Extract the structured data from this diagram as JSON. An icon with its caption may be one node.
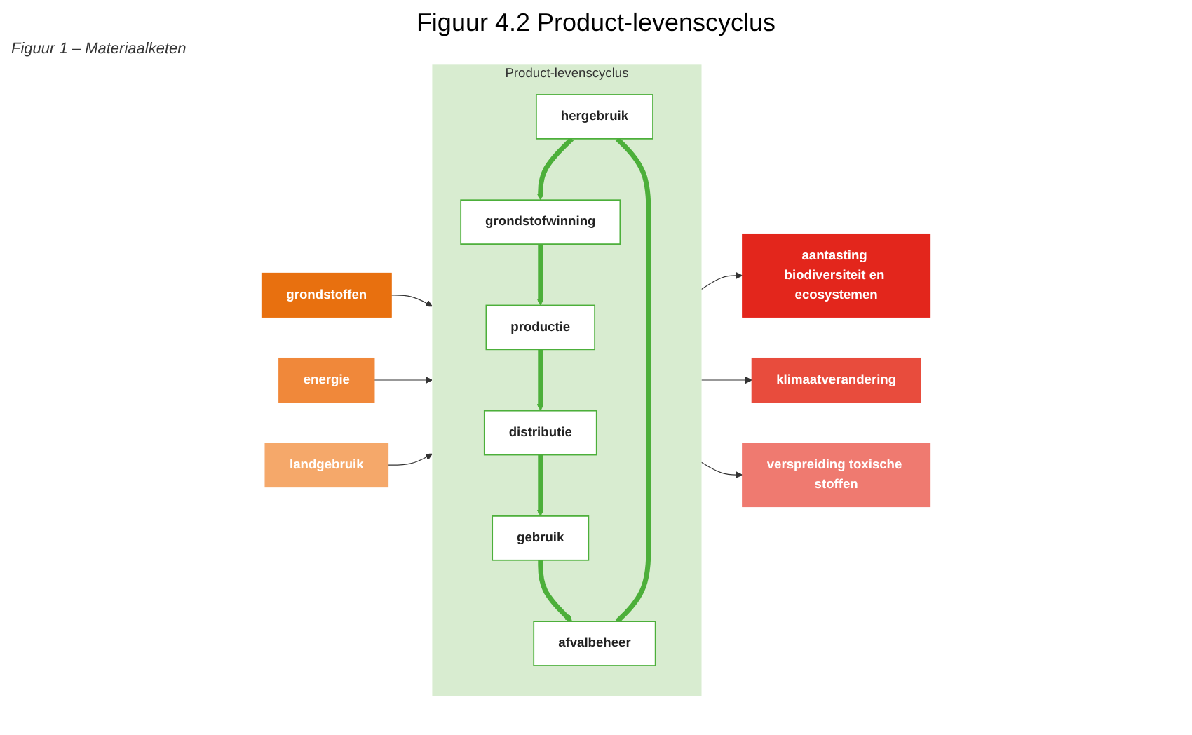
{
  "diagram": {
    "title": "Figuur 4.2 Product-levenscyclus",
    "nodes": [
      {
        "text": [
          "grondstoffen"
        ]
      },
      {
        "text": [
          "energie"
        ]
      },
      {
        "text": [
          "landgebruik"
        ]
      },
      {
        "text": [
          "Product-levenscyclus"
        ]
      },
      {
        "text": [
          "hergebruik"
        ],
        "in": 3
      },
      {
        "text": [
          "grondstofwinning"
        ],
        "in": 3
      },
      {
        "text": [
          "productie"
        ],
        "in": 3
      },
      {
        "text": [
          "distributie"
        ],
        "in": 3
      },
      {
        "text": [
          "gebruik"
        ],
        "in": 3
      },
      {
        "text": [
          "afvalbeheer"
        ],
        "in": 3
      },
      {
        "text": [
          "aantasting biodiversiteit en ecosystemen"
        ]
      },
      {
        "text": [
          "klimaatverandering"
        ]
      },
      {
        "text": [
          "verspreiding toxische stoffen"
        ]
      }
    ],
    "edges": [
      {
        "from": 0,
        "to": 3,
        "arrow": "to"
      },
      {
        "from": 1,
        "to": 3,
        "arrow": "to"
      },
      {
        "from": 2,
        "to": 3,
        "arrow": "to"
      },
      {
        "from": 3,
        "to": 10,
        "arrow": "to"
      },
      {
        "from": 3,
        "to": 11,
        "arrow": "to"
      },
      {
        "from": 3,
        "to": 12,
        "arrow": "to"
      },
      {
        "from": 5,
        "to": 6,
        "arrow": "to",
        "style": "thick",
        "color": "#4caf3a"
      },
      {
        "from": 6,
        "to": 7,
        "arrow": "to",
        "style": "thick",
        "color": "#4caf3a"
      },
      {
        "from": 7,
        "to": 8,
        "arrow": "to",
        "style": "thick",
        "color": "#4caf3a"
      },
      {
        "from": 8,
        "to": 9,
        "arrow": "to",
        "style": "thick",
        "color": "#4caf3a"
      },
      {
        "from": 9,
        "to": 4,
        "arrow": "none",
        "style": "thick",
        "color": "#4caf3a"
      },
      {
        "from": 4,
        "to": 5,
        "arrow": "to",
        "style": "thick",
        "color": "#4caf3a"
      }
    ],
    "labels": [
      "Figuur 1 – Materiaalketen"
    ]
  }
}
